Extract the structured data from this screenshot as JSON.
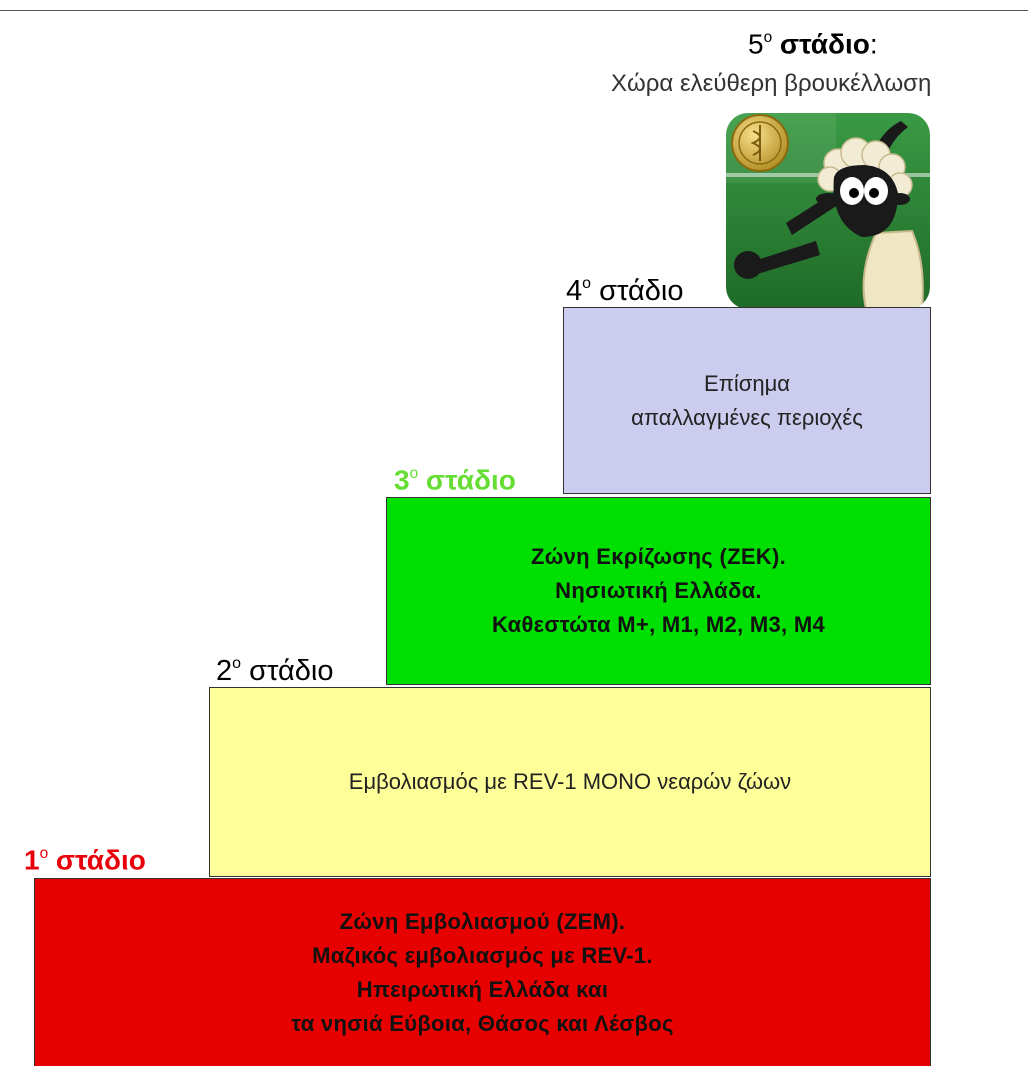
{
  "stages": [
    {
      "num": "1",
      "sup": "ο",
      "word": "στάδιο",
      "label_color": "#e8000a",
      "fill": "#e60000",
      "text_lines": [
        "Ζώνη Εμβολιασμού (ΖΕΜ).",
        "Μαζικός εμβολιασμός με REV-1.",
        "Ηπειρωτική Ελλάδα και",
        "τα νησιά Εύβοια, Θάσος και Λέσβος"
      ]
    },
    {
      "num": "2",
      "sup": "ο",
      "word": "στάδιο",
      "label_color": "#000000",
      "fill": "#ffff99",
      "text_lines": [
        "Εμβολιασμός με REV-1 ΜΟΝΟ νεαρών ζώων"
      ]
    },
    {
      "num": "3",
      "sup": "ο",
      "word": "στάδιο",
      "label_color": "#66dd33",
      "fill": "#00e000",
      "text_lines": [
        "Ζώνη Εκρίζωσης (ΖΕΚ).",
        "Νησιωτική Ελλάδα.",
        "Καθεστώτα Μ+, Μ1, Μ2, Μ3, Μ4"
      ]
    },
    {
      "num": "4",
      "sup": "ο",
      "word": "στάδιο",
      "label_color": "#000000",
      "fill": "#ccccee",
      "text_lines": [
        "Επίσημα",
        "απαλλαγμένες περιοχές"
      ]
    },
    {
      "num": "5",
      "sup": "ο",
      "word": "στάδιο",
      "suffix": ":",
      "label_color": "#000000",
      "subtitle": "Χώρα ελεύθερη βρουκέλλωση",
      "icon": "sheep-app-icon",
      "coin_icon": "caduceus-coin-icon"
    }
  ]
}
